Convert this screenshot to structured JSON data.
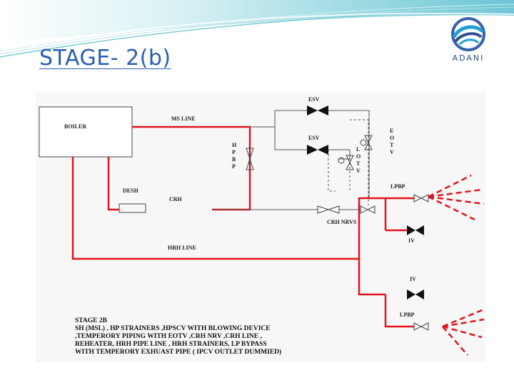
{
  "slide": {
    "title": "STAGE- 2(b)",
    "logo_text": "ADANI",
    "colors": {
      "title": "#2a5db0",
      "pipe": "#e0141c",
      "line": "#555555",
      "banner": "#4fb8c8"
    }
  },
  "diagram": {
    "boiler": "BOILER",
    "ms_line": "MS LINE",
    "desh": "DESH",
    "crh": "CRH",
    "hrh_line": "HRH LINE",
    "esv_top": "ESV",
    "esv_mid": "ESV",
    "hpbp": [
      "H",
      "P",
      "B",
      "P"
    ],
    "eotv_right": [
      "E",
      "O",
      "T",
      "V"
    ],
    "lotv": [
      "L",
      "O",
      "T",
      "V"
    ],
    "lpbp_top": "LPBP",
    "crh_nrvs": "CRH NRVS",
    "iv_upper": "IV",
    "iv_lower": "IV",
    "lpbp_bottom": "LPBP"
  },
  "note": {
    "heading": "STAGE 2B",
    "lines": [
      "SH (MSL) , HP STRAINERS ,HPSCV WITH BLOWING DEVICE",
      ",TEMPERORY PIPING WITH EOTV ,CRH NRV ,CRH LINE ,",
      "REHEATER, HRH PIPE LINE , HRH STRAINERS, LP BYPASS",
      "WITH TEMPERORY EXHUAST PIPE ( IPCV OUTLET DUMMIED)"
    ]
  }
}
